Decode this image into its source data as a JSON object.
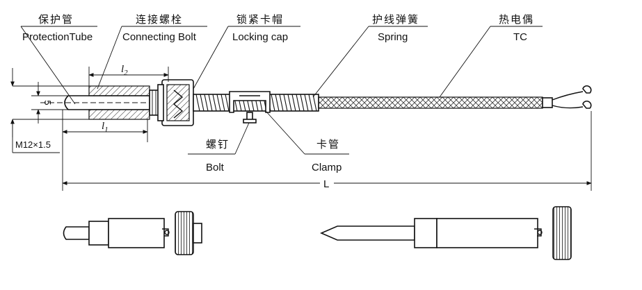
{
  "labels": {
    "protection_tube": {
      "zh": "保护管",
      "en": "ProtectionTube"
    },
    "connecting_bolt": {
      "zh": "连接螺栓",
      "en": "Connecting Bolt"
    },
    "locking_cap": {
      "zh": "锁紧卡帽",
      "en": "Locking cap"
    },
    "spring": {
      "zh": "护线弹簧",
      "en": "Spring"
    },
    "thermocouple": {
      "zh": "热电偶",
      "en": "TC"
    },
    "bolt": {
      "zh": "螺钉",
      "en": "Bolt"
    },
    "clamp": {
      "zh": "卡管",
      "en": "Clamp"
    }
  },
  "dimensions": {
    "l2": "l",
    "l2_sub": "2",
    "l1": "l",
    "l1_sub": "1",
    "d": "5",
    "thread": "M12×1.5",
    "length": "L"
  },
  "colors": {
    "line": "#111111",
    "background": "#ffffff"
  }
}
